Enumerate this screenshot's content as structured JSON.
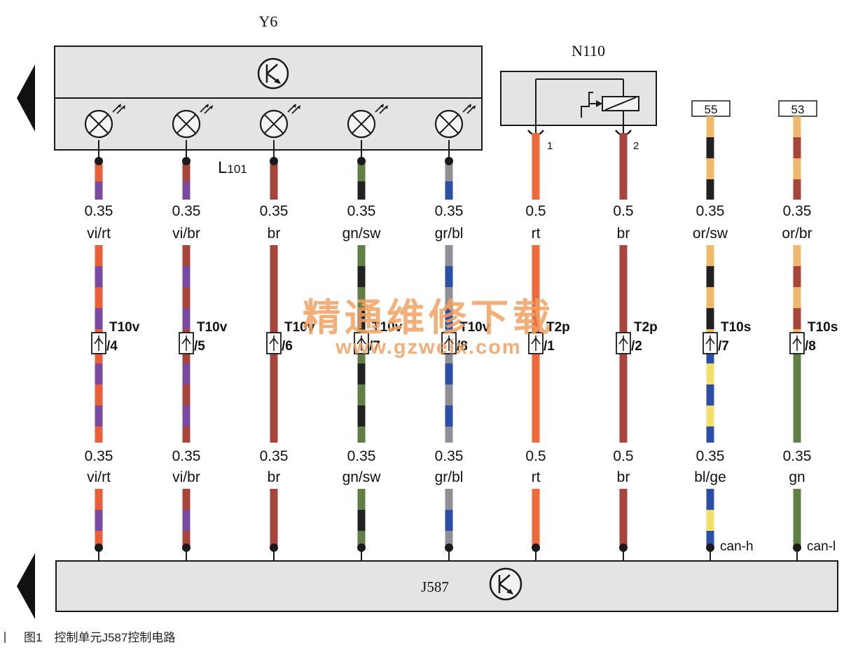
{
  "components": {
    "y6_label": "Y6",
    "l101_label": "L",
    "l101_sub": "101",
    "n110_label": "N110",
    "n110_pins": [
      "1",
      "2"
    ],
    "j587_label": "J587"
  },
  "terminals": [
    "55",
    "53"
  ],
  "wires": [
    {
      "id": "w1",
      "upper": {
        "size": "0.35",
        "color": "vi/rt"
      },
      "connector": "T10v",
      "pin": "/4",
      "lower": {
        "size": "0.35",
        "color": "vi/rt"
      },
      "colors": [
        "#e8603a",
        "#7a4aa0"
      ]
    },
    {
      "id": "w2",
      "upper": {
        "size": "0.35",
        "color": "vi/br"
      },
      "connector": "T10v",
      "pin": "/5",
      "lower": {
        "size": "0.35",
        "color": "vi/br"
      },
      "colors": [
        "#a8443a",
        "#7a4aa0"
      ]
    },
    {
      "id": "w3",
      "upper": {
        "size": "0.35",
        "color": "br"
      },
      "connector": "T10v",
      "pin": "/6",
      "lower": {
        "size": "0.35",
        "color": "br"
      },
      "colors": [
        "#a8443a"
      ]
    },
    {
      "id": "w4",
      "upper": {
        "size": "0.35",
        "color": "gn/sw"
      },
      "connector": "T10v",
      "pin": "/7",
      "lower": {
        "size": "0.35",
        "color": "gn/sw"
      },
      "colors": [
        "#5f7f45",
        "#222222"
      ]
    },
    {
      "id": "w5",
      "upper": {
        "size": "0.35",
        "color": "gr/bl"
      },
      "connector": "T10v",
      "pin": "/8",
      "lower": {
        "size": "0.35",
        "color": "gr/bl"
      },
      "colors": [
        "#8f8f96",
        "#2b4fa8"
      ]
    },
    {
      "id": "w6",
      "upper": {
        "size": "0.5",
        "color": "rt"
      },
      "connector": "T2p",
      "pin": "/1",
      "lower": {
        "size": "0.5",
        "color": "rt"
      },
      "colors": [
        "#ee6a3a"
      ]
    },
    {
      "id": "w7",
      "upper": {
        "size": "0.5",
        "color": "br"
      },
      "connector": "T2p",
      "pin": "/2",
      "lower": {
        "size": "0.5",
        "color": "br"
      },
      "colors": [
        "#a8443a"
      ]
    },
    {
      "id": "w8",
      "upper": {
        "size": "0.35",
        "color": "or/sw"
      },
      "connector": "T10s",
      "pin": "/7",
      "lower": {
        "size": "0.35",
        "color": "bl/ge"
      },
      "colors": [
        "#f0b86a",
        "#222222"
      ],
      "lower_colors": [
        "#2b4fa8",
        "#f3e06a"
      ],
      "end_label": "can-h"
    },
    {
      "id": "w9",
      "upper": {
        "size": "0.35",
        "color": "or/br"
      },
      "connector": "T10s",
      "pin": "/8",
      "lower": {
        "size": "0.35",
        "color": "gn"
      },
      "colors": [
        "#f0b86a",
        "#a8443a"
      ],
      "lower_colors": [
        "#5f7f45"
      ],
      "end_label": "can-l"
    }
  ],
  "watermark": {
    "line1": "精通维修下载",
    "line2": "www.gzweix.com"
  },
  "caption": "图1　控制单元J587控制电路",
  "style": {
    "box_fill": "#e4e4e4",
    "watermark_color": "#f3a060",
    "line_color": "#1a1a1a"
  }
}
